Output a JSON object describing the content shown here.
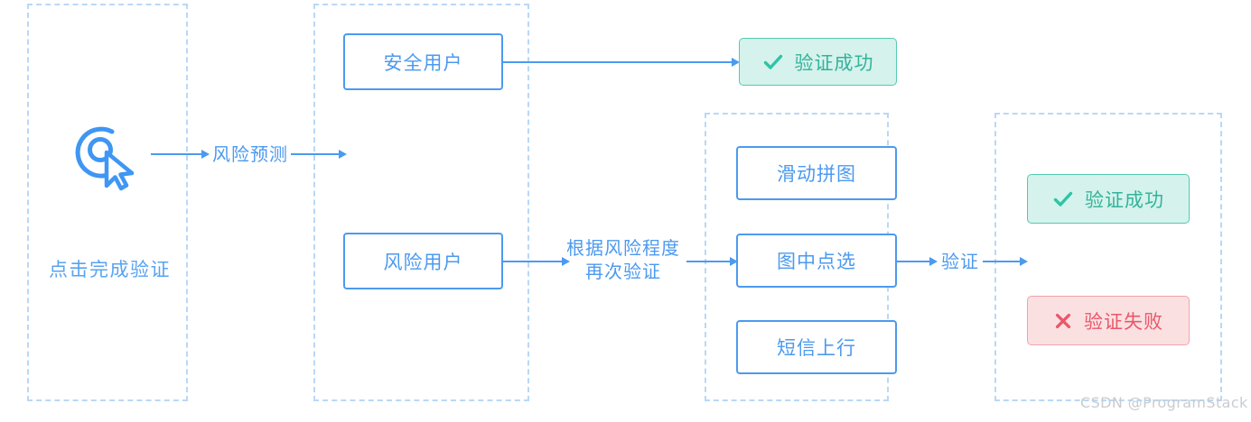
{
  "diagram": {
    "title_watermark": "CSDN @ProgramStack",
    "panels": [
      {
        "id": "panel-entry",
        "name": "entry-stage"
      },
      {
        "id": "panel-risk",
        "name": "risk-classification-stage"
      },
      {
        "id": "panel-methods",
        "name": "verification-methods-stage"
      },
      {
        "id": "panel-result",
        "name": "verification-result-stage"
      }
    ],
    "entry": {
      "icon": "click-target-cursor-icon",
      "caption": "点击完成验证"
    },
    "edge_labels": {
      "risk_prediction": "风险预测",
      "reverify_line1": "根据风险程度",
      "reverify_line2": "再次验证",
      "verify": "验证"
    },
    "risk_nodes": [
      {
        "label": "安全用户"
      },
      {
        "label": "风险用户"
      }
    ],
    "method_nodes": [
      {
        "label": "滑动拼图"
      },
      {
        "label": "图中点选"
      },
      {
        "label": "短信上行"
      }
    ],
    "results": {
      "safe_success": {
        "label": "验证成功",
        "glyph": "✔",
        "icon": "check-icon"
      },
      "final_success": {
        "label": "验证成功",
        "glyph": "✔",
        "icon": "check-icon"
      },
      "final_failure": {
        "label": "验证失败",
        "glyph": "✘",
        "icon": "cross-icon"
      }
    },
    "colors": {
      "panel_border": "#b9d8f7",
      "node_blue": "#4c9aef",
      "success_bg": "#d5f2ec",
      "success_border": "#56c9b0",
      "success_text": "#34b39b",
      "failure_bg": "#fbe0e2",
      "failure_border": "#f1a3ab",
      "failure_text": "#e8596a",
      "watermark": "#c8ccd2"
    }
  }
}
